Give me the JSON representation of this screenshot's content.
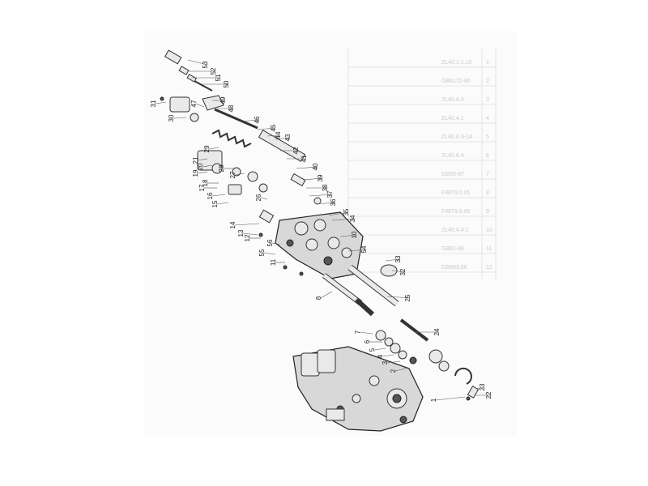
{
  "parts_table": {
    "rows": [
      {
        "no": "1",
        "code": "ZL40.1.1.10"
      },
      {
        "no": "2",
        "code": "GB6172-86"
      },
      {
        "no": "3",
        "code": "ZL40.4.3"
      },
      {
        "no": "4",
        "code": "ZL40.4.1"
      },
      {
        "no": "5",
        "code": "ZL40.6.3-1A"
      },
      {
        "no": "6",
        "code": "ZL40.6.4"
      },
      {
        "no": "7",
        "code": "GB93-87"
      },
      {
        "no": "8",
        "code": "F4879.0.05"
      },
      {
        "no": "9",
        "code": "F4879.0.06"
      },
      {
        "no": "10",
        "code": "ZL40.4.4.1"
      },
      {
        "no": "11",
        "code": "GB91-86"
      },
      {
        "no": "12",
        "code": "GB893.86"
      }
    ]
  },
  "callouts": [
    "1",
    "2",
    "3",
    "4",
    "5",
    "6",
    "7",
    "8",
    "10",
    "11",
    "12",
    "13",
    "14",
    "15",
    "16",
    "17",
    "18",
    "19",
    "20",
    "21",
    "22",
    "23",
    "24",
    "25",
    "26",
    "27",
    "28",
    "29",
    "30",
    "31",
    "32",
    "33",
    "34",
    "35",
    "36",
    "37",
    "38",
    "39",
    "40",
    "41",
    "42",
    "43",
    "44",
    "45",
    "46",
    "47",
    "48",
    "49",
    "50",
    "51",
    "52",
    "53",
    "54",
    "55",
    "56"
  ],
  "colors": {
    "ink": "#222222",
    "faint": "#c9c9c9",
    "paper": "#fbfbfb"
  }
}
